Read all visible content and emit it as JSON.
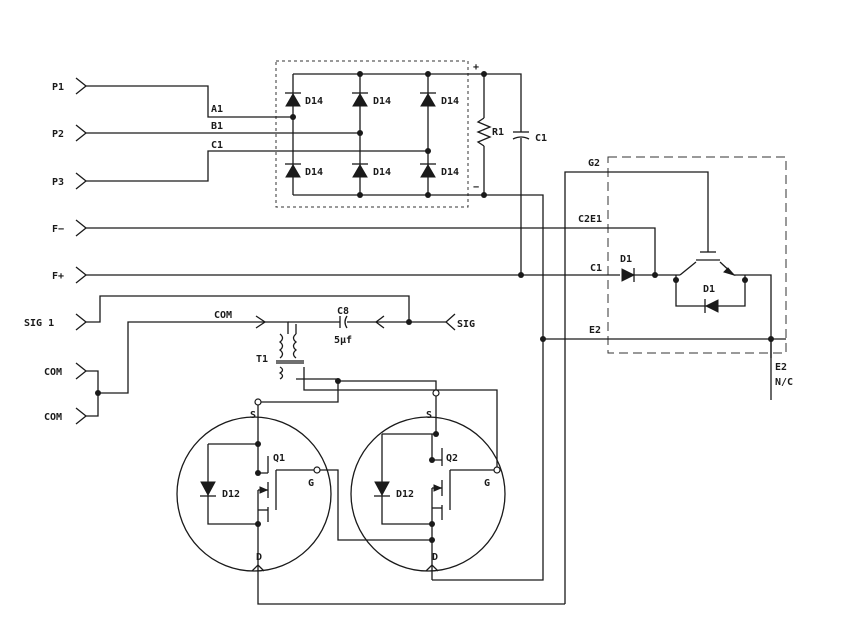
{
  "terminals": {
    "p1": "P1",
    "p2": "P2",
    "p3": "P3",
    "f_minus": "F−",
    "f_plus": "F+",
    "sig1": "SIG 1",
    "com_a": "COM",
    "com_b": "COM",
    "sig": "SIG"
  },
  "nets": {
    "a1": "A1",
    "b1": "B1",
    "c1": "C1",
    "g2": "G2",
    "c2e1": "C2E1",
    "c1_out": "C1",
    "e2": "E2",
    "com_line": "COM",
    "e2_bottom": "E2",
    "nc": "N/C",
    "plus": "+",
    "minus": "−"
  },
  "components": {
    "bridge_diode": "D14",
    "r1": "R1",
    "c1_cap": "C1",
    "c8": "C8",
    "c8_value": "5μf",
    "t1": "T1",
    "q1": "Q1",
    "q2": "Q2",
    "mosfet_diode": "D12",
    "d1": "D1",
    "pin_s": "S",
    "pin_g": "G",
    "pin_d": "D"
  }
}
